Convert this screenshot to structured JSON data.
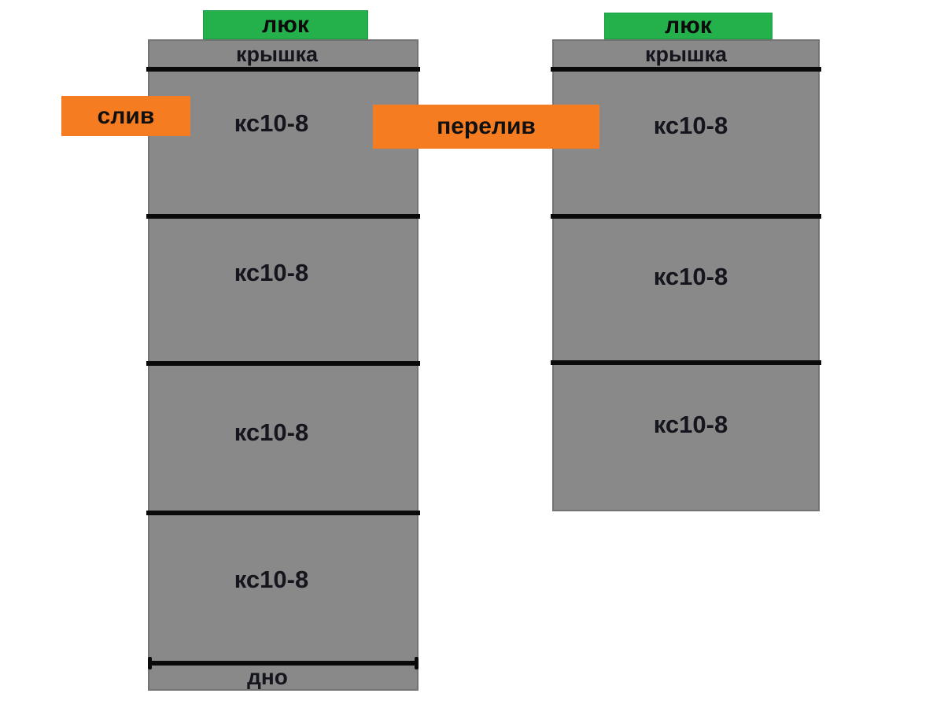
{
  "colors": {
    "hatch_green": "#24b14c",
    "label_orange": "#f57c21",
    "concrete_gray": "#898989",
    "line_black": "#0a0a0a",
    "text_dark": "#15151d"
  },
  "left_tank": {
    "hatch": "люк",
    "cover": "крышка",
    "rings": [
      "кс10-8",
      "кс10-8",
      "кс10-8",
      "кс10-8"
    ],
    "bottom": "дно"
  },
  "right_tank": {
    "hatch": "люк",
    "cover": "крышка",
    "rings": [
      "кс10-8",
      "кс10-8",
      "кс10-8"
    ]
  },
  "pipes": {
    "drain": "слив",
    "overflow": "перелив"
  }
}
